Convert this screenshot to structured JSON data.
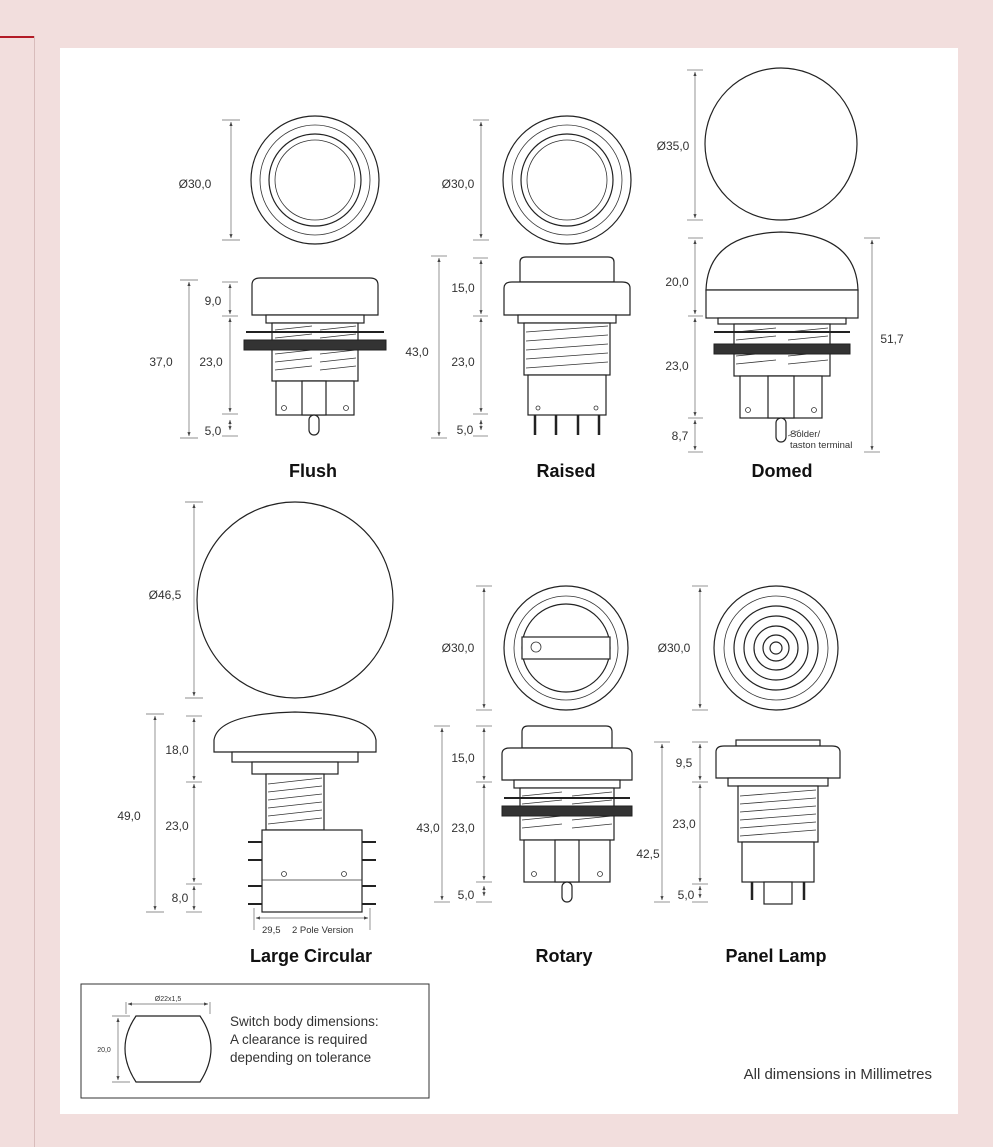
{
  "drawings": {
    "flush": {
      "title": "Flush",
      "dia": "Ø30,0",
      "h1": "9,0",
      "h2": "23,0",
      "h3": "5,0",
      "total": "37,0"
    },
    "raised": {
      "title": "Raised",
      "dia": "Ø30,0",
      "h1": "15,0",
      "h2": "23,0",
      "h3": "5,0",
      "total": "43,0"
    },
    "domed": {
      "title": "Domed",
      "dia": "Ø35,0",
      "h1": "20,0",
      "h2": "23,0",
      "h3": "8,7",
      "total": "51,7",
      "terminal_note_1": "Solder/",
      "terminal_note_2": "taston terminal"
    },
    "large_circular": {
      "title": "Large Circular",
      "dia": "Ø46,5",
      "h1": "18,0",
      "h2": "23,0",
      "h3": "8,0",
      "total": "49,0",
      "width_value": "29,5",
      "width_note": "2 Pole Version"
    },
    "rotary": {
      "title": "Rotary",
      "dia": "Ø30,0",
      "h1": "15,0",
      "h2": "23,0",
      "h3": "5,0",
      "total": "43,0"
    },
    "panel_lamp": {
      "title": "Panel Lamp",
      "dia": "Ø30,0",
      "h1": "9,5",
      "h2": "23,0",
      "h3": "5,0",
      "total": "42,5"
    }
  },
  "body_box": {
    "width_label": "Ø22x1,5",
    "height_label": "20,0",
    "note_lines": [
      "Switch body dimensions:",
      "A clearance is required",
      "depending on tolerance"
    ]
  },
  "footer_note": "All dimensions in Millimetres"
}
